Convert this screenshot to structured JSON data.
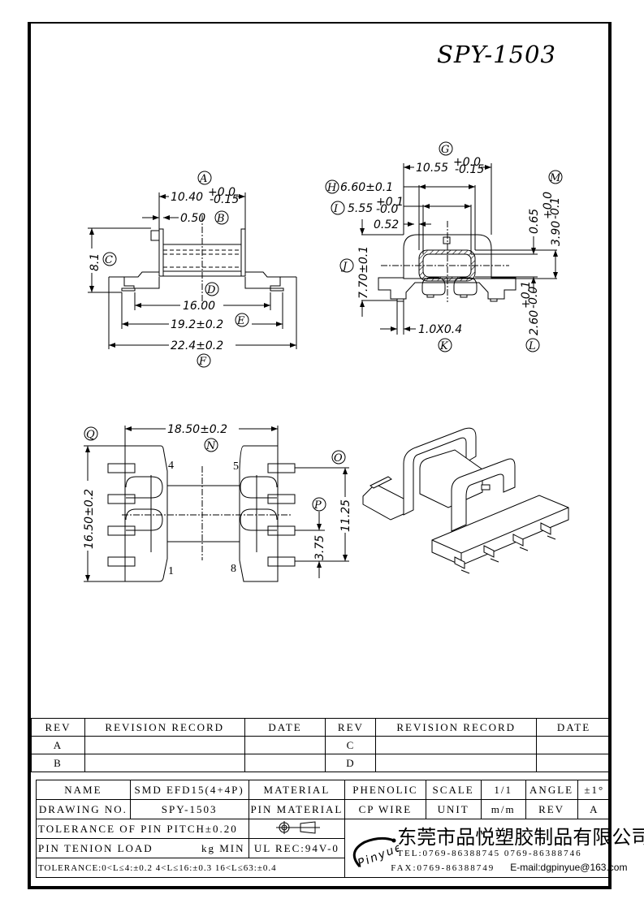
{
  "drawing": {
    "part_number": "SPY-1503",
    "side_view": {
      "A": {
        "label": "A",
        "dim": "10.40",
        "tol_plus": "+0.0",
        "tol_minus": "-0.15"
      },
      "B": {
        "label": "B",
        "dim": "0.50"
      },
      "C": {
        "label": "C",
        "dim": "8.1"
      },
      "D": {
        "label": "D",
        "dim": "16.00"
      },
      "E": {
        "label": "E",
        "dim": "19.2±0.2"
      },
      "F": {
        "label": "F",
        "dim": "22.4±0.2"
      }
    },
    "end_view": {
      "G": {
        "label": "G",
        "dim": "10.55",
        "tol_plus": "+0.0",
        "tol_minus": "-0.15"
      },
      "H": {
        "label": "H",
        "dim": "6.60±0.1"
      },
      "I": {
        "label": "I",
        "dim": "5.55",
        "tol_plus": "+0.1",
        "tol_minus": "-0.0"
      },
      "gap": {
        "dim": "0.52"
      },
      "J": {
        "label": "J",
        "dim": "7.70±0.1"
      },
      "K": {
        "label": "K",
        "dim": "1.0X0.4"
      },
      "L": {
        "label": "L",
        "dim": "2.60",
        "tol_plus": "+0.1",
        "tol_minus": "-0.0"
      },
      "M": {
        "label": "M",
        "dim": "3.90",
        "tol_plus": "+0.0",
        "tol_minus": "-0.1"
      },
      "wall": {
        "dim": "0.65"
      }
    },
    "bottom_view": {
      "N": {
        "label": "N",
        "dim": "18.50±0.2"
      },
      "O": {
        "label": "O",
        "dim": "11.25"
      },
      "P": {
        "label": "P",
        "dim": "3.75"
      },
      "Q": {
        "label": "Q",
        "dim": "16.50±0.2"
      },
      "pins": [
        "4",
        "5",
        "1",
        "8"
      ]
    }
  },
  "revision_table": {
    "headers": [
      "REV",
      "REVISION RECORD",
      "DATE",
      "REV",
      "REVISION RECORD",
      "DATE"
    ],
    "rows": [
      [
        "A",
        "",
        "",
        "C",
        "",
        ""
      ],
      [
        "B",
        "",
        "",
        "D",
        "",
        ""
      ]
    ]
  },
  "info_table": {
    "name_label": "NAME",
    "name_value": "SMD EFD15(4+4P)",
    "material_label": "MATERIAL",
    "material_value": "PHENOLIC",
    "scale_label": "SCALE",
    "scale_value": "1/1",
    "angle_label": "ANGLE",
    "angle_value": "±1°",
    "drawing_no_label": "DRAWING NO.",
    "drawing_no_value": "SPY-1503",
    "pin_material_label": "PIN MATERIAL",
    "pin_material_value": "CP WIRE",
    "unit_label": "UNIT",
    "unit_value": "m/m",
    "rev_label": "REV",
    "rev_value": "A",
    "pin_pitch_tolerance": "TOLERANCE OF PIN PITCH±0.20",
    "pin_load": "PIN TENION LOAD",
    "pin_load_unit": "kg MIN",
    "ul_rec": "UL REC:94V-0",
    "general_tolerance": "TOLERANCE:0<L≤4:±0.2  4<L≤16:±0.3  16<L≤63:±0.4"
  },
  "company": {
    "logo_text": "Pinyue",
    "name_cn": "东莞市品悦塑胶制品有限公司",
    "tel": "TEL:0769-86388745    0769-86388746",
    "fax": "FAX:0769-86388749",
    "email": "E-mail:dgpinyue@163.com"
  }
}
